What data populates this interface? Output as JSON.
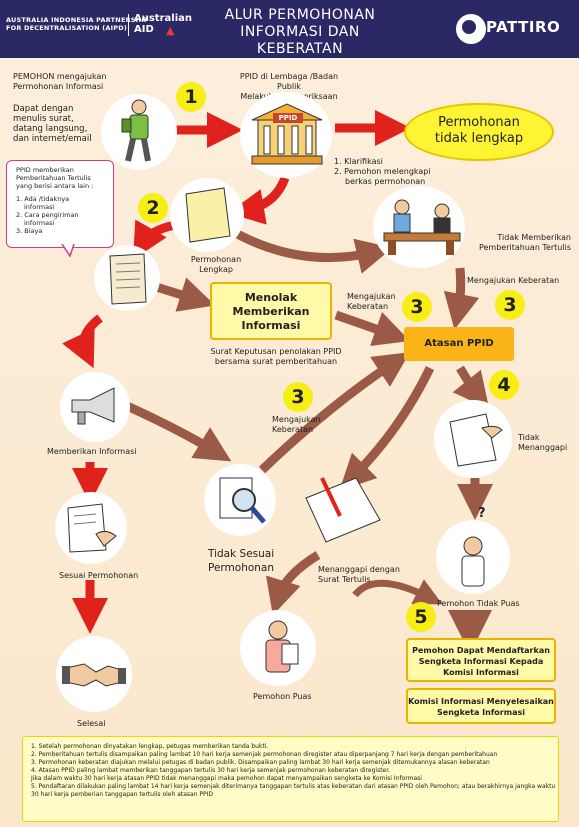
{
  "header": {
    "aipd_line1": "AUSTRALIA INDONESIA PARTNERSHIP",
    "aipd_line2": "FOR DECENTRALISATION (AIPD)",
    "australian_aid_line1": "Australian",
    "australian_aid_line2": "AID",
    "title_line1": "ALUR PERMOHONAN",
    "title_line2": "INFORMASI DAN KEBERATAN",
    "pattiro": "PATTIRO"
  },
  "pemohon": {
    "title_line1": "PEMOHON mengajukan",
    "title_line2": "Permohonan Informasi",
    "sub_line1": "Dapat dengan",
    "sub_line2": "menulis surat,",
    "sub_line3": "datang langsung,",
    "sub_line4": "dan internet/email"
  },
  "ppid": {
    "line1": "PPID di Lembaga /Badan Publik",
    "line2": "Melakukan pemeriksaan",
    "building_sign": "PPID"
  },
  "tidak_lengkap": {
    "bubble_line1": "Permohonan",
    "bubble_line2": "tidak lengkap",
    "item1": "1. Klarifikasi",
    "item2": "2. Pemohon melengkapi",
    "item2b": "berkas permohonan"
  },
  "callout": {
    "line1": "PPID  memberikan",
    "line2": "Pemberitahuan Tertulis",
    "line3": "yang berisi antara lain :",
    "item1a": "1. Ada /tidaknya",
    "item1b": "informasi",
    "item2a": "2. Cara pengiriman",
    "item2b": "informasi",
    "item3": "3. Biaya"
  },
  "lengkap": {
    "line1": "Permohonan",
    "line2": "Lengkap"
  },
  "menolak": {
    "box_line1": "Menolak",
    "box_line2": "Memberikan",
    "box_line3": "Informasi",
    "sub_line1": "Surat Keputusan penolakan PPID",
    "sub_line2": "bersama surat pemberitahuan"
  },
  "tidak_memberikan": {
    "line1": "Tidak Memberikan",
    "line2": "Pemberitahuan Tertulis"
  },
  "mengajukan_keberatan_right": "Mengajukan Keberatan",
  "mengajukan_keberatan_mid": {
    "line1": "Mengajukan",
    "line2": "Keberatan"
  },
  "mengajukan_keberatan_low": {
    "line1": "Mengajukan",
    "line2": "Keberatan"
  },
  "atasan_ppid": "Atasan PPID",
  "numbers": {
    "n1": "1",
    "n2": "2",
    "n3a": "3",
    "n3b": "3",
    "n3c": "3",
    "n4": "4",
    "n5": "5"
  },
  "memberikan_informasi": "Memberikan Informasi",
  "sesuai_permohonan": "Sesuai Permohonan",
  "selesai": "Selesai",
  "tidak_sesuai": {
    "line1": "Tidak Sesuai",
    "line2": "Permohonan"
  },
  "menanggapi": {
    "line1": "Menanggapi dengan",
    "line2": "Surat Tertulis"
  },
  "pemohon_puas": "Pemohon Puas",
  "tidak_menanggapi": {
    "line1": "Tidak",
    "line2": "Menanggapi"
  },
  "question_mark": "?",
  "pemohon_tidak_puas": "Pemohon Tidak Puas",
  "komisi_box1": {
    "line1": "Pemohon Dapat Mendaftarkan",
    "line2": "Sengketa Informasi Kepada",
    "line3": "Komisi Informasi"
  },
  "komisi_box2": {
    "line1": "Komisi Informasi Menyelesaikan",
    "line2": "Sengketa Informasi"
  },
  "notes": [
    "1. Setelah permohonan dinyatakan lengkap, petugas memberikan tanda bukti.",
    "2. Pemberitahuan tertulis disampaikan paling lambat 10 hari kerja semenjak permohonan diregister atau diperpanjang 7 hari kerja dengan pemberitahuan",
    "3. Permohonan keberatan diajukan melalui petugas di badan publik. Disampaikan paling lambat 30 hari kerja semenjak ditemukannya alasan keberatan",
    "4. Atasan PPID paling lambat memberikan tanggapan tertulis 30 hari kerja semenjak permohonan keberatan diregister.",
    "   Jika dalam waktu 30 hari kerja atasan PPID tidak menanggapi maka pemohon dapat menyampaikan sengketa ke Komisi Informasi",
    "5. Pendaftaran dilakukan paling lambat 14 hari kerja semenjak diterimanya tanggapan tertulis atas keberatan dari atasan PPID oleh Pemohon; atau berakhirnya jangka waktu",
    "   30 hari kerja pemberian tanggapan tertulis oleh atasan PPID"
  ],
  "colors": {
    "header_bg": "#2a2966",
    "red_arrow": "#e1211c",
    "brown_arrow": "#9a5a45",
    "yellow_number": "#f7ee16",
    "orange_box": "#fbb417"
  }
}
